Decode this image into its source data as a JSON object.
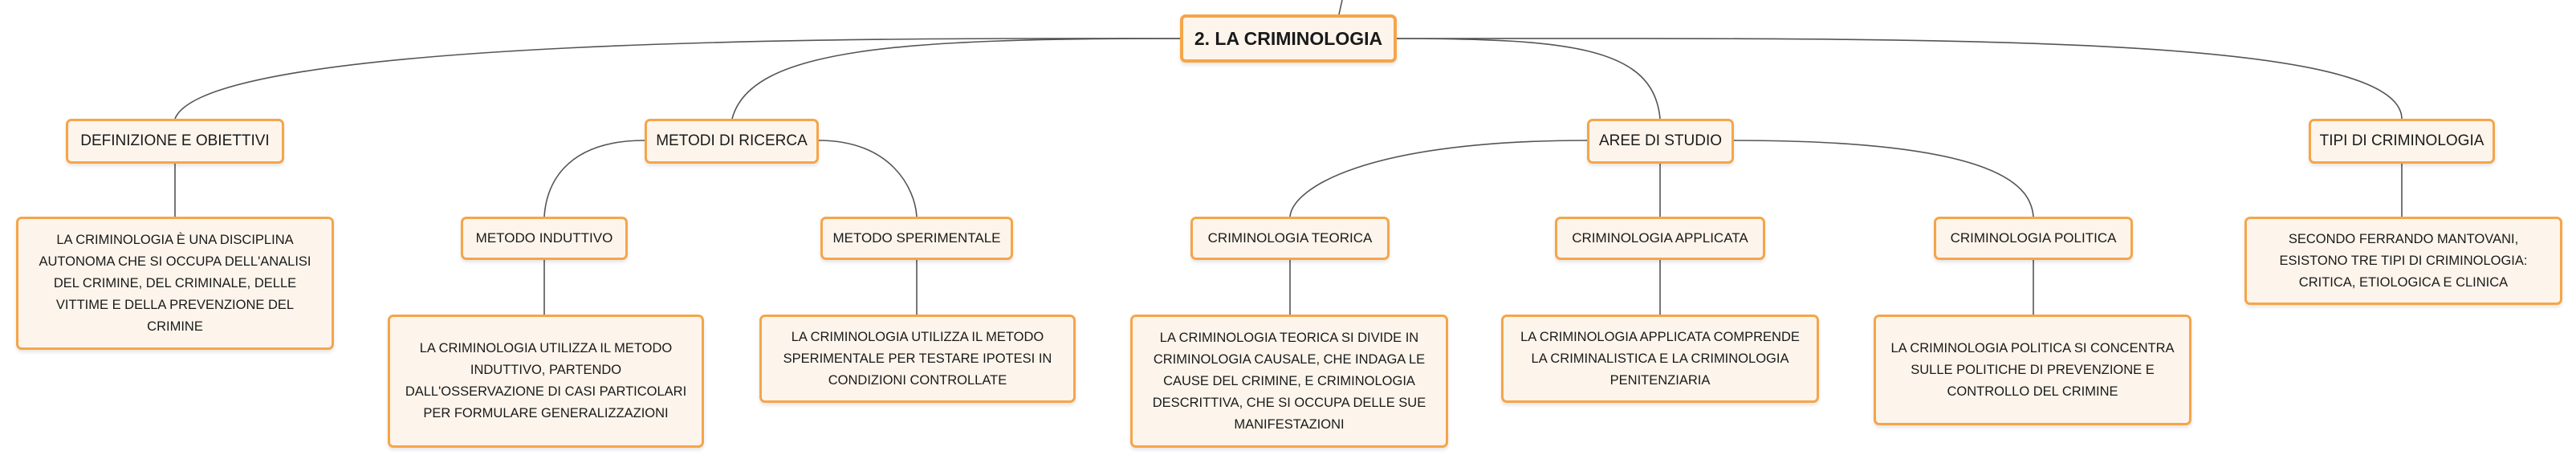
{
  "root": {
    "label": "2. LA CRIMINOLOGIA"
  },
  "branches": {
    "definizione": {
      "label": "DEFINIZIONE E OBIETTIVI",
      "note": "LA CRIMINOLOGIA È UNA DISCIPLINA AUTONOMA CHE SI OCCUPA DELL'ANALISI DEL CRIMINE, DEL CRIMINALE, DELLE VITTIME E DELLA PREVENZIONE DEL CRIMINE"
    },
    "metodi": {
      "label": "METODI DI RICERCA",
      "induttivo": {
        "label": "METODO INDUTTIVO",
        "note": "LA CRIMINOLOGIA UTILIZZA IL METODO INDUTTIVO, PARTENDO DALL'OSSERVAZIONE DI CASI PARTICOLARI PER FORMULARE GENERALIZZAZIONI"
      },
      "sperimentale": {
        "label": "METODO SPERIMENTALE",
        "note": "LA CRIMINOLOGIA UTILIZZA IL METODO SPERIMENTALE PER TESTARE IPOTESI IN CONDIZIONI CONTROLLATE"
      }
    },
    "aree": {
      "label": "AREE DI STUDIO",
      "teorica": {
        "label": "CRIMINOLOGIA TEORICA",
        "note": "LA CRIMINOLOGIA TEORICA SI DIVIDE IN CRIMINOLOGIA CAUSALE, CHE INDAGA LE CAUSE DEL CRIMINE, E CRIMINOLOGIA DESCRITTIVA, CHE SI OCCUPA DELLE SUE MANIFESTAZIONI"
      },
      "applicata": {
        "label": "CRIMINOLOGIA APPLICATA",
        "note": "LA CRIMINOLOGIA APPLICATA COMPRENDE LA CRIMINALISTICA E LA CRIMINOLOGIA PENITENZIARIA"
      },
      "politica": {
        "label": "CRIMINOLOGIA POLITICA",
        "note": "LA CRIMINOLOGIA POLITICA SI CONCENTRA SULLE POLITICHE DI PREVENZIONE E CONTROLLO DEL CRIMINE"
      }
    },
    "tipi": {
      "label": "TIPI DI CRIMINOLOGIA",
      "note": "SECONDO FERRANDO MANTOVANI, ESISTONO TRE TIPI DI CRIMINOLOGIA: CRITICA, ETIOLOGICA E CLINICA"
    }
  },
  "colors": {
    "border": "#f5a54a",
    "fill": "#fdf5ec",
    "line": "#555555"
  }
}
